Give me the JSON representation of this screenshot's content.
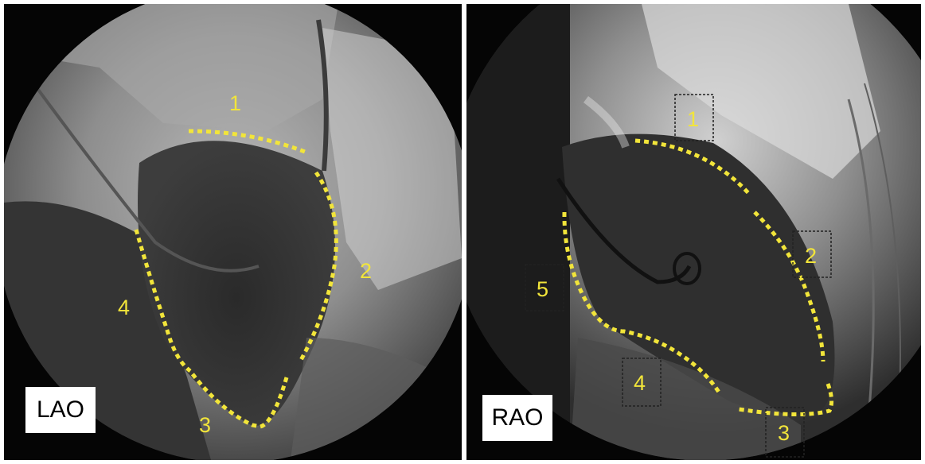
{
  "colors": {
    "annotation": "#f2e53a",
    "label_background": "#ffffff",
    "label_text": "#000000",
    "box_outline": "#222222"
  },
  "panels": {
    "lao": {
      "view_label": "LAO",
      "segments": [
        "1",
        "2",
        "3",
        "4"
      ]
    },
    "rao": {
      "view_label": "RAO",
      "segments": [
        "1",
        "2",
        "3",
        "4",
        "5"
      ]
    }
  }
}
